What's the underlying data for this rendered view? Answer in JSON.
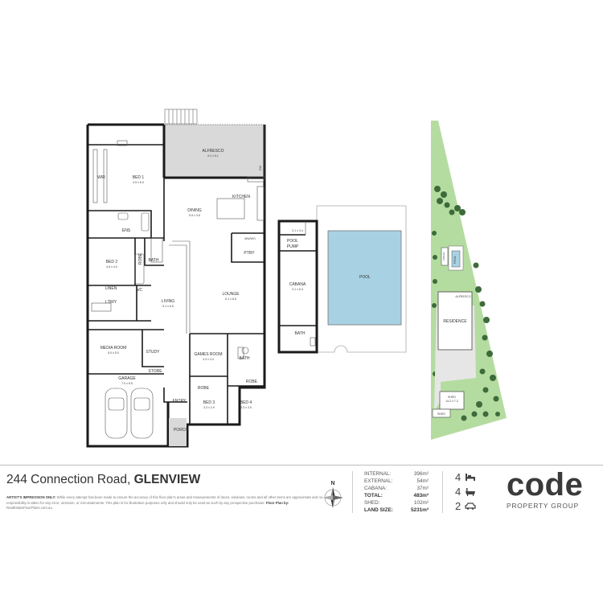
{
  "plan": {
    "rooms": {
      "alfresco": {
        "name": "ALFRESCO",
        "dims": "9.2 x 5.1"
      },
      "bed1": {
        "name": "BED 1",
        "dims": "4.5 x 6.0"
      },
      "wir": {
        "name": "WIR"
      },
      "ens": {
        "name": "ENS"
      },
      "kitchen": {
        "name": "KITCHEN"
      },
      "dining": {
        "name": "DINING",
        "dims": "5.5 x 3.6"
      },
      "bed2": {
        "name": "BED 2",
        "dims": "4.6 x 4.0"
      },
      "robe": {
        "name": "ROBE"
      },
      "bath": {
        "name": "BATH"
      },
      "linen": {
        "name": "LINEN"
      },
      "ac": {
        "name": "A/C"
      },
      "ldry": {
        "name": "L'DRY"
      },
      "living": {
        "name": "LIVING",
        "dims": "5.1 x 8.5"
      },
      "lounge": {
        "name": "LOUNGE",
        "dims": "6.1 x 6.6"
      },
      "ptry": {
        "name": "PTRY"
      },
      "mw": {
        "name": "MW/WO"
      },
      "media": {
        "name": "MEDIA ROOM",
        "dims": "5.0 x 5.0"
      },
      "study": {
        "name": "STUDY"
      },
      "store": {
        "name": "STORE"
      },
      "games": {
        "name": "GAMES ROOM",
        "dims": "3.3 x 3.3"
      },
      "garage": {
        "name": "GARAGE",
        "dims": "7.0 x 6.5"
      },
      "entry": {
        "name": "ENTRY"
      },
      "bed3": {
        "name": "BED 3",
        "dims": "3.3 x 2.9"
      },
      "bed4": {
        "name": "BED 4",
        "dims": "3.3 x 3.5"
      },
      "porch": {
        "name": "PORCH"
      },
      "cabana_top": {
        "dims": "3.1 x 3.4"
      },
      "poolpump": {
        "name": "POOL PUMP"
      },
      "cabana": {
        "name": "CABANA",
        "dims": "3.1 x 6.3"
      },
      "pool": {
        "name": "POOL"
      },
      "dw": {
        "name": "DW"
      }
    }
  },
  "site": {
    "residence": "RESIDENCE",
    "alfresco": "ALFRESCO",
    "shed": {
      "name": "SHED",
      "dims": "14.2 x 7.2"
    },
    "shed2": "SHED",
    "pool": "POOL",
    "cabana": "CABANA"
  },
  "footer": {
    "address_street": "244 Connection Road,",
    "address_suburb": "GLENVIEW",
    "disclaimer_label": "ARTIST'S IMPRESSION ONLY:",
    "disclaimer_text": "While every attempt has been made to ensure the accuracy of this floor plan's areas and measurements of doors, windows, rooms and all other items are approximate and no responsibility is taken for any error, omission, or mis-statements. This plan is for illustrative purposes only and should only be used as such by any prospective purchaser.",
    "credit_label": "Floor Plan by:",
    "credit_text": "RealEstateFloorPlans.com.au",
    "compass": "N"
  },
  "stats": [
    {
      "label": "INTERNAL:",
      "value": "396m²",
      "bold": false
    },
    {
      "label": "EXTERNAL:",
      "value": "54m²",
      "bold": false
    },
    {
      "label": "CABANA:",
      "value": "37m²",
      "bold": false
    },
    {
      "label": "TOTAL:",
      "value": "483m²",
      "bold": true
    },
    {
      "label": "SHED:",
      "value": "102m²",
      "bold": false
    },
    {
      "label": "LAND SIZE:",
      "value": "5231m²",
      "bold": true
    }
  ],
  "features": {
    "beds": {
      "count": "4",
      "icon": "bed-icon"
    },
    "baths": {
      "count": "4",
      "icon": "bath-icon"
    },
    "cars": {
      "count": "2",
      "icon": "car-icon"
    }
  },
  "brand": {
    "name": "code",
    "sub": "PROPERTY GROUP"
  }
}
